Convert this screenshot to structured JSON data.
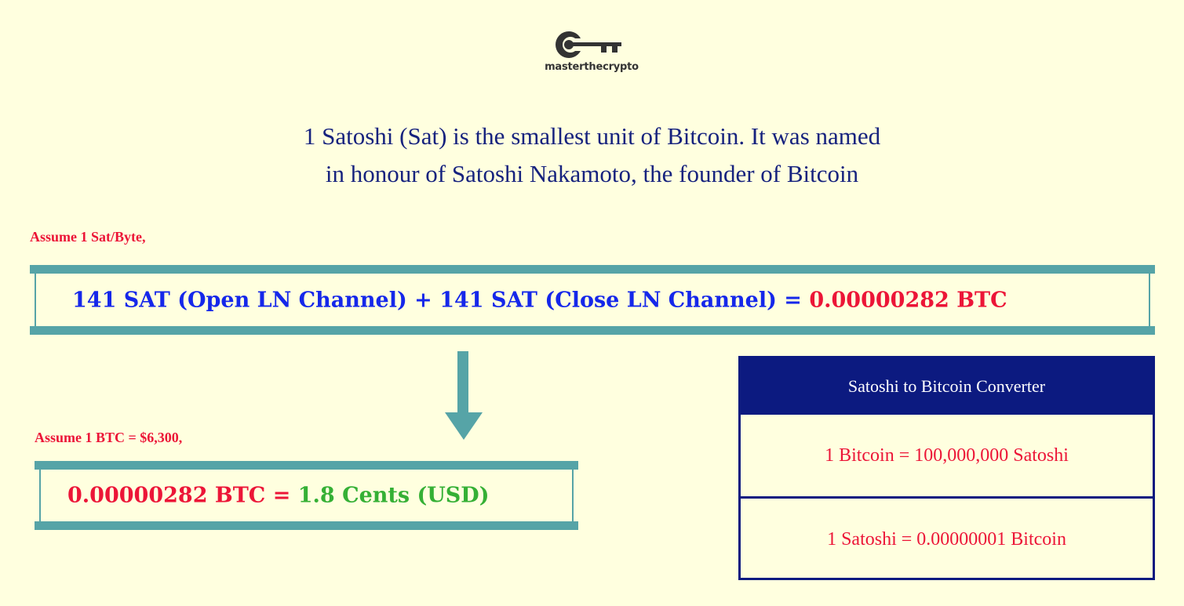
{
  "logo": {
    "icon": "key-icon",
    "text": "masterthecrypto"
  },
  "intro": {
    "line1": "1 Satoshi (Sat) is the smallest unit of Bitcoin. It was named",
    "line2": "in honour of Satoshi Nakamoto, the founder of Bitcoin"
  },
  "fee_section": {
    "assumption": "Assume 1 Sat/Byte,",
    "equation": {
      "open_part": "141 SAT (Open LN Channel)",
      "plus": "+",
      "close_part": "141 SAT (Close LN Channel)",
      "equals": "=",
      "result": "0.00000282 BTC"
    }
  },
  "usd_section": {
    "assumption": "Assume 1 BTC = $6,300,",
    "equation": {
      "btc": "0.00000282 BTC",
      "equals": "=",
      "usd": "1.8 Cents (USD)"
    }
  },
  "converter": {
    "title": "Satoshi to Bitcoin Converter",
    "rows": [
      "1 Bitcoin = 100,000,000 Satoshi",
      "1 Satoshi = 0.00000001 Bitcoin"
    ]
  },
  "colors": {
    "background": "#ffffdf",
    "teal": "#56a4a7",
    "navy": "#0c1a80",
    "red": "#ec1537",
    "blue": "#1527ea",
    "green": "#35b035"
  }
}
